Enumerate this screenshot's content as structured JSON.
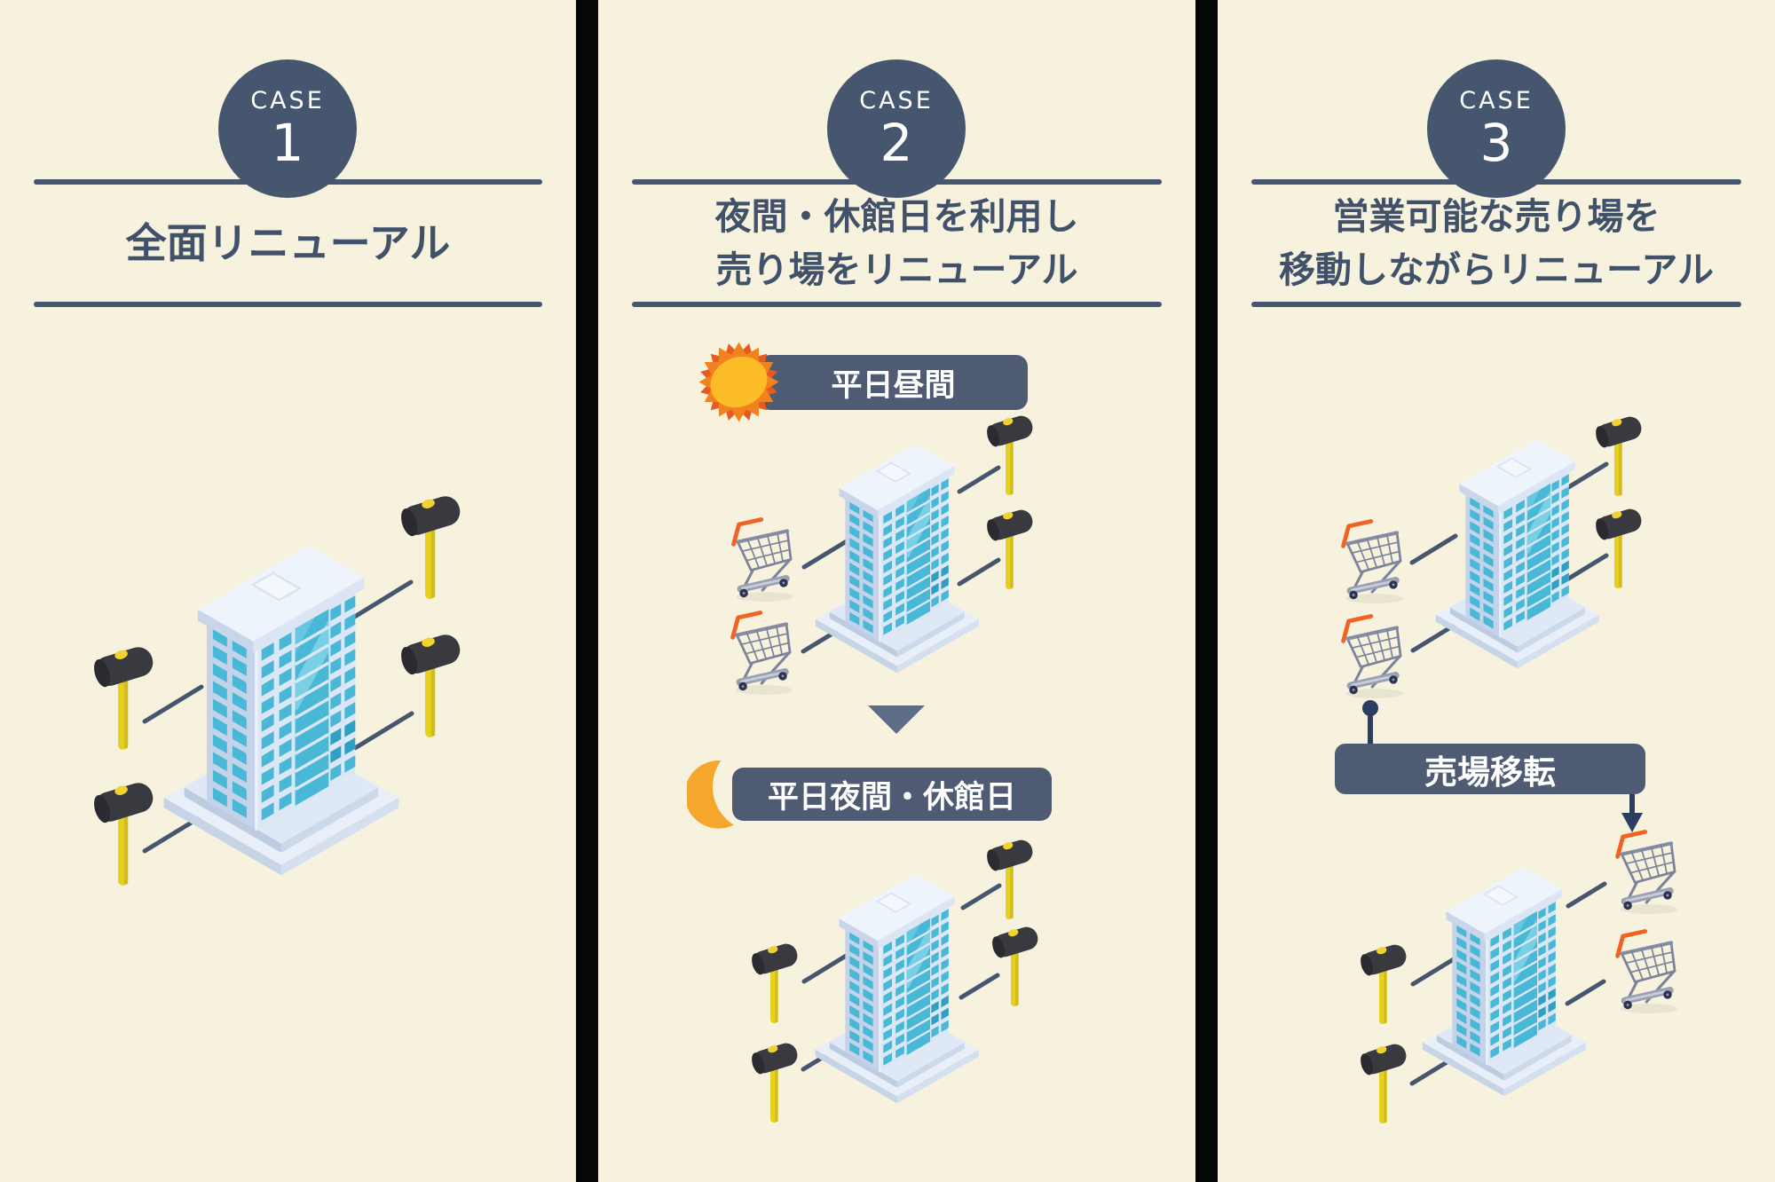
{
  "colors": {
    "background": "#f6f2de",
    "divider": "#060606",
    "accent_slate": "#46566e",
    "badge_background": "#4e5b73",
    "badge_text": "#ffffff",
    "sun_orange": "#f28220",
    "sun_core_yellow": "#fcbc28",
    "moon_orange": "#f5a62b",
    "mallet_handle_yellow": "#e7cf1f",
    "mallet_head_gray": "#393940",
    "window_teal": "#49b8d6",
    "building_wall_blue": "#dce7f5",
    "cart_handle_orange": "#f06322",
    "cart_wire_gray": "#7d8399",
    "connector_navy": "#2c3e5f"
  },
  "panels": [
    {
      "case_label": "CASE",
      "case_number": "1",
      "title_lines": [
        "全面リニューアル"
      ]
    },
    {
      "case_label": "CASE",
      "case_number": "2",
      "title_lines": [
        "夜間・休館日を利用し",
        "売り場をリニューアル"
      ],
      "badge_day": {
        "icon": "sun-icon",
        "label": "平日昼間"
      },
      "badge_night": {
        "icon": "moon-icon",
        "label": "平日夜間・休館日"
      }
    },
    {
      "case_label": "CASE",
      "case_number": "3",
      "title_lines": [
        "営業可能な売り場を",
        "移動しながらリニューアル"
      ],
      "badge_move": {
        "label": "売場移転"
      }
    }
  ]
}
